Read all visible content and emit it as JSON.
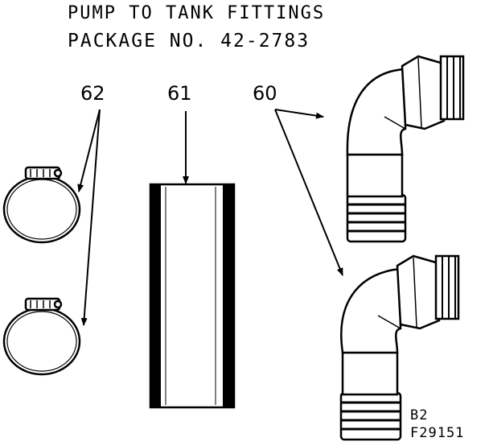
{
  "header": {
    "title": "PUMP TO TANK FITTINGS",
    "package_line": "PACKAGE NO. 42-2783"
  },
  "callouts": {
    "clamps": "62",
    "hose": "61",
    "elbows": "60"
  },
  "corner": {
    "code_1": "B2",
    "code_2": "F29151"
  },
  "icons": [
    "hose-clamp-icon",
    "hose-tube-icon",
    "elbow-fitting-icon"
  ]
}
